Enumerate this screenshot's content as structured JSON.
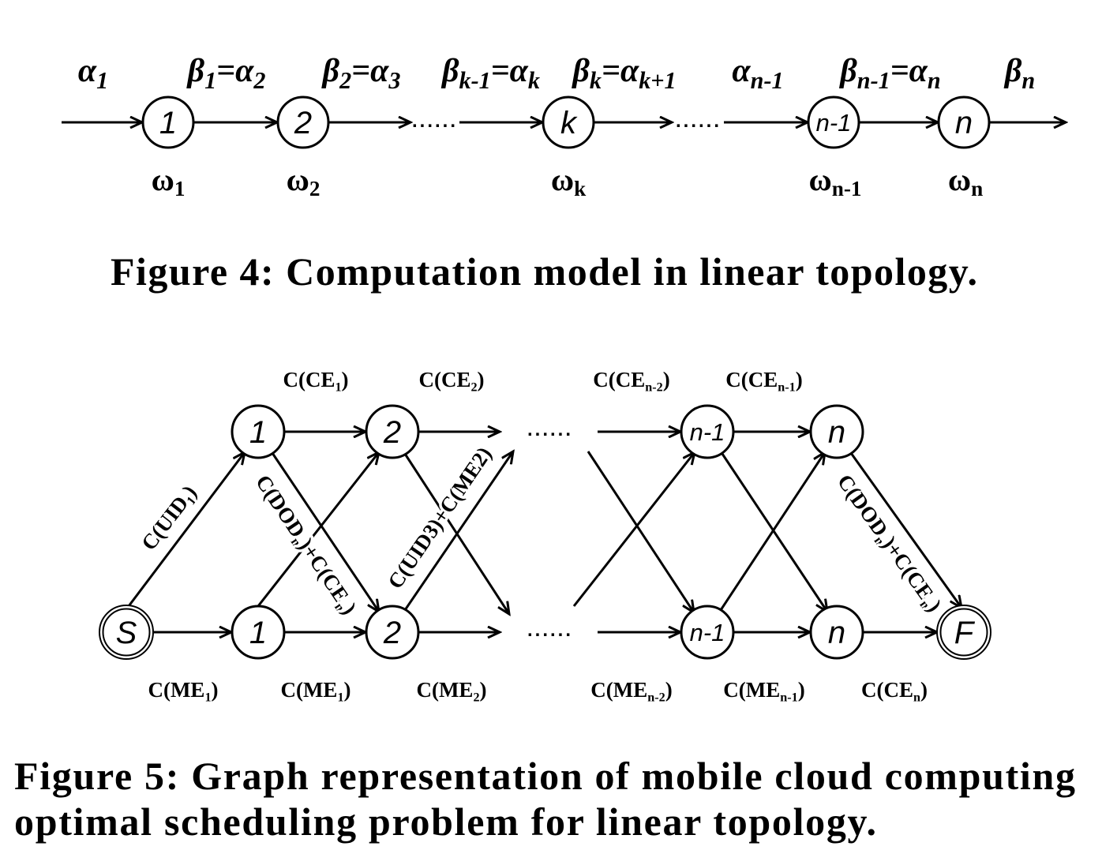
{
  "figure4": {
    "flow_labels": [
      [
        {
          "t": "α"
        },
        {
          "t": "1",
          "sub": true
        }
      ],
      [
        {
          "t": "β"
        },
        {
          "t": "1",
          "sub": true
        },
        {
          "t": "="
        },
        {
          "t": "α"
        },
        {
          "t": "2",
          "sub": true
        }
      ],
      [
        {
          "t": "β"
        },
        {
          "t": "2",
          "sub": true
        },
        {
          "t": "="
        },
        {
          "t": "α"
        },
        {
          "t": "3",
          "sub": true
        }
      ],
      [
        {
          "t": "β"
        },
        {
          "t": "k-1",
          "sub": true
        },
        {
          "t": "="
        },
        {
          "t": "α"
        },
        {
          "t": "k",
          "sub": true
        }
      ],
      [
        {
          "t": "β"
        },
        {
          "t": "k",
          "sub": true
        },
        {
          "t": "="
        },
        {
          "t": "α"
        },
        {
          "t": "k+1",
          "sub": true
        }
      ],
      [
        {
          "t": "α"
        },
        {
          "t": "n-1",
          "sub": true
        }
      ],
      [
        {
          "t": "β"
        },
        {
          "t": "n-1",
          "sub": true
        },
        {
          "t": "="
        },
        {
          "t": "α"
        },
        {
          "t": "n",
          "sub": true
        }
      ],
      [
        {
          "t": "β"
        },
        {
          "t": "n",
          "sub": true
        }
      ]
    ],
    "nodes": [
      "1",
      "2",
      "k",
      "n-1",
      "n"
    ],
    "weights": [
      [
        {
          "t": "ω"
        },
        {
          "t": "1",
          "sub": true
        }
      ],
      [
        {
          "t": "ω"
        },
        {
          "t": "2",
          "sub": true
        }
      ],
      [
        {
          "t": "ω"
        },
        {
          "t": "k",
          "sub": true
        }
      ],
      [
        {
          "t": "ω"
        },
        {
          "t": "n-1",
          "sub": true
        }
      ],
      [
        {
          "t": "ω"
        },
        {
          "t": "n",
          "sub": true
        }
      ]
    ],
    "ellipses": [
      "......",
      "......"
    ],
    "caption": "Figure 4: Computation model in linear topology."
  },
  "figure5": {
    "top_nodes": [
      "1",
      "2",
      "n-1",
      "n"
    ],
    "bottom_nodes": [
      "S",
      "1",
      "2",
      "n-1",
      "n",
      "F"
    ],
    "top_edge_labels": [
      [
        {
          "t": "C(CE"
        },
        {
          "t": "1",
          "sub": true
        },
        {
          "t": ")"
        }
      ],
      [
        {
          "t": "C(CE"
        },
        {
          "t": "2",
          "sub": true
        },
        {
          "t": ")"
        }
      ],
      [
        {
          "t": "C(CE"
        },
        {
          "t": "n-2",
          "sub": true
        },
        {
          "t": ")"
        }
      ],
      [
        {
          "t": "C(CE"
        },
        {
          "t": "n-1",
          "sub": true
        },
        {
          "t": ")"
        }
      ]
    ],
    "bottom_edge_labels": [
      [
        {
          "t": "C(ME"
        },
        {
          "t": "1",
          "sub": true
        },
        {
          "t": ")"
        }
      ],
      [
        {
          "t": "C(ME"
        },
        {
          "t": "1",
          "sub": true
        },
        {
          "t": ")"
        }
      ],
      [
        {
          "t": "C(ME"
        },
        {
          "t": "2",
          "sub": true
        },
        {
          "t": ")"
        }
      ],
      [
        {
          "t": "C(ME"
        },
        {
          "t": "n-2",
          "sub": true
        },
        {
          "t": ")"
        }
      ],
      [
        {
          "t": "C(ME"
        },
        {
          "t": "n-1",
          "sub": true
        },
        {
          "t": ")"
        }
      ],
      [
        {
          "t": "C(CE"
        },
        {
          "t": "n",
          "sub": true
        },
        {
          "t": ")"
        }
      ]
    ],
    "diagonal_labels": [
      [
        {
          "t": "C(UID"
        },
        {
          "t": "1",
          "sub": true
        },
        {
          "t": ")"
        }
      ],
      [
        {
          "t": "C(DOD"
        },
        {
          "t": "n",
          "sub": true
        },
        {
          "t": ")+C(CE"
        },
        {
          "t": "n",
          "sub": true
        },
        {
          "t": ")"
        }
      ],
      [
        {
          "t": "C(UID3)+C(ME2)"
        }
      ],
      [
        {
          "t": "C(DOD"
        },
        {
          "t": "n",
          "sub": true
        },
        {
          "t": ")+C(CE"
        },
        {
          "t": "n",
          "sub": true
        },
        {
          "t": ")"
        }
      ]
    ],
    "ellipses": [
      "......",
      "......"
    ],
    "caption": [
      "Figure 5: Graph representation of mobile cloud computing",
      "optimal scheduling problem for linear topology."
    ]
  }
}
